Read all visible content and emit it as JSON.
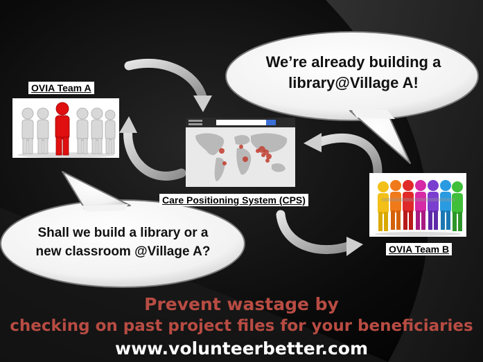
{
  "labels": {
    "team_a": "OVIA Team A",
    "team_b": "OVIA Team B",
    "cps": "Care Positioning System (CPS)"
  },
  "bubbles": {
    "top_right": [
      "We’re already building a",
      "library@Village A!"
    ],
    "bottom_left": [
      "Shall we build a library or a",
      "new classroom @Village A?"
    ]
  },
  "footer": {
    "line1": "Prevent wastage by",
    "line2": "checking on past project files for your beneficiaries",
    "url": "www.volunteerbetter.com"
  },
  "colors": {
    "footer_text": "#b84c43",
    "url_text": "#ffffff",
    "arrow": "#c8c8c8",
    "map_bg": "#e8e8e8",
    "map_land": "#b9b9b9",
    "hotspot": "#c0392b",
    "search_button": "#3b6fd8"
  },
  "icons": {
    "team_a_image": "people-group-red-leader-icon",
    "team_b_image": "colorful-people-chain-icon",
    "cps_image": "world-map-hotspots-screenshot",
    "arrows": "curved-cycle-arrows"
  }
}
